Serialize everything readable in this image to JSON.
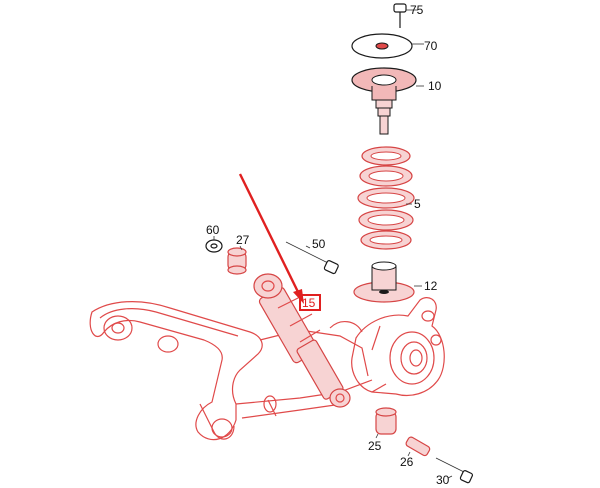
{
  "diagram": {
    "part_labels": {
      "p75": "75",
      "p70": "70",
      "p10": "10",
      "p5": "5",
      "p12": "12",
      "p60": "60",
      "p27": "27",
      "p50": "50",
      "p15": "15",
      "p25": "25",
      "p26": "26",
      "p30": "30"
    },
    "highlighted_part": "15",
    "colors": {
      "highlight": "#e02020",
      "frame_outline": "#e04a4a",
      "part_outline": "#1a1a1a"
    },
    "icons": {
      "pointer": "red-arrow-icon"
    }
  }
}
